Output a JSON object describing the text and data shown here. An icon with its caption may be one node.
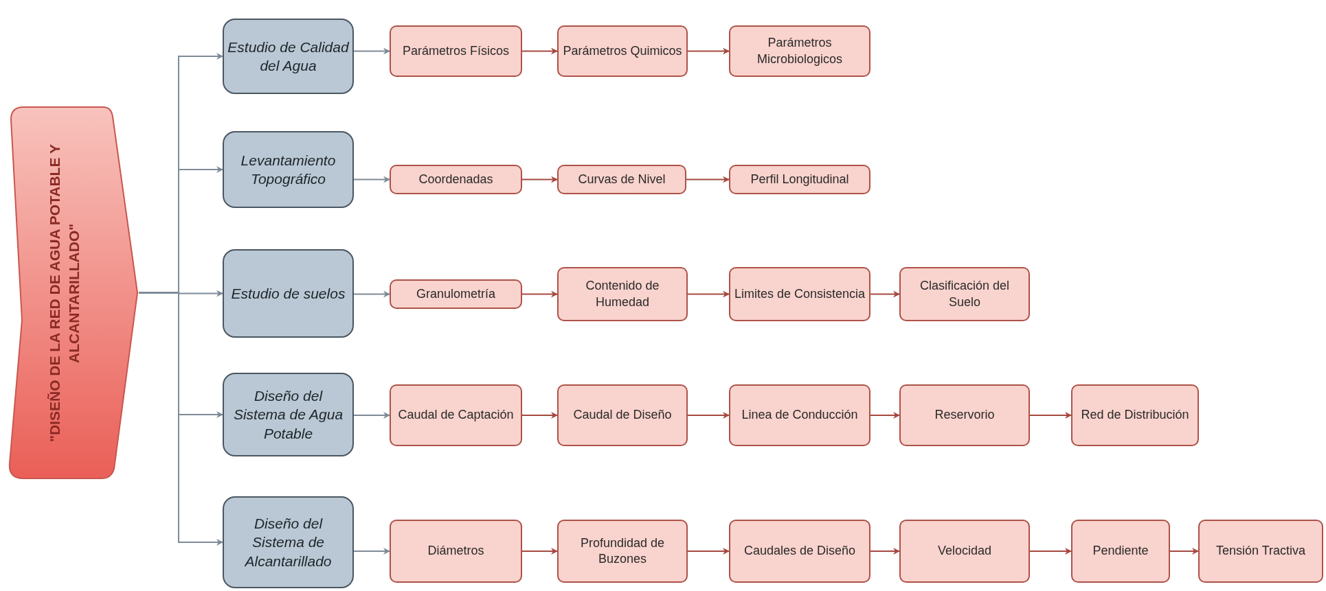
{
  "diagram": {
    "nodes": [
      {
        "text": [
          "\"DISEÑO DE LA RED DE AGUA POTABLE Y ALCANTARILLADO\""
        ]
      },
      {
        "text": [
          "Estudio de Calidad del Agua"
        ]
      },
      {
        "text": [
          "Levantamiento Topográfico"
        ]
      },
      {
        "text": [
          "Estudio de suelos"
        ]
      },
      {
        "text": [
          "Diseño del Sistema de Agua Potable"
        ]
      },
      {
        "text": [
          "Diseño del Sistema de Alcantarillado"
        ]
      },
      {
        "text": [
          "Parámetros Físicos"
        ]
      },
      {
        "text": [
          "Parámetros Quimicos"
        ]
      },
      {
        "text": [
          "Parámetros Microbiologicos"
        ]
      },
      {
        "text": [
          "Coordenadas"
        ]
      },
      {
        "text": [
          "Curvas de Nivel"
        ]
      },
      {
        "text": [
          "Perfil Longitudinal"
        ]
      },
      {
        "text": [
          "Granulometría"
        ]
      },
      {
        "text": [
          "Contenido de Humedad"
        ]
      },
      {
        "text": [
          "Limites de Consistencia"
        ]
      },
      {
        "text": [
          "Clasificación del Suelo"
        ]
      },
      {
        "text": [
          "Caudal de Captación"
        ]
      },
      {
        "text": [
          "Caudal de Diseño"
        ]
      },
      {
        "text": [
          "Linea de Conducción"
        ]
      },
      {
        "text": [
          "Reservorio"
        ]
      },
      {
        "text": [
          "Red de Distribución"
        ]
      },
      {
        "text": [
          "Diámetros"
        ]
      },
      {
        "text": [
          "Profundidad de Buzones"
        ]
      },
      {
        "text": [
          "Caudales de Diseño"
        ]
      },
      {
        "text": [
          "Velocidad"
        ]
      },
      {
        "text": [
          "Pendiente"
        ]
      },
      {
        "text": [
          "Tensión Tractiva"
        ]
      }
    ],
    "edges": [
      {
        "from": 0,
        "to": 1,
        "arrow": "to",
        "color": "#7d8a97"
      },
      {
        "from": 0,
        "to": 2,
        "arrow": "to",
        "color": "#7d8a97"
      },
      {
        "from": 0,
        "to": 3,
        "arrow": "to",
        "color": "#7d8a97"
      },
      {
        "from": 0,
        "to": 4,
        "arrow": "to",
        "color": "#7d8a97"
      },
      {
        "from": 0,
        "to": 5,
        "arrow": "to",
        "color": "#7d8a97"
      },
      {
        "from": 1,
        "to": 6,
        "arrow": "to",
        "color": "#7d8a97"
      },
      {
        "from": 6,
        "to": 7,
        "arrow": "to"
      },
      {
        "from": 7,
        "to": 8,
        "arrow": "to"
      },
      {
        "from": 2,
        "to": 9,
        "arrow": "to",
        "color": "#7d8a97"
      },
      {
        "from": 9,
        "to": 10,
        "arrow": "to"
      },
      {
        "from": 10,
        "to": 11,
        "arrow": "to"
      },
      {
        "from": 3,
        "to": 12,
        "arrow": "to",
        "color": "#7d8a97"
      },
      {
        "from": 12,
        "to": 13,
        "arrow": "to"
      },
      {
        "from": 13,
        "to": 14,
        "arrow": "to"
      },
      {
        "from": 14,
        "to": 15,
        "arrow": "to"
      },
      {
        "from": 4,
        "to": 16,
        "arrow": "to",
        "color": "#7d8a97"
      },
      {
        "from": 16,
        "to": 17,
        "arrow": "to"
      },
      {
        "from": 17,
        "to": 18,
        "arrow": "to"
      },
      {
        "from": 18,
        "to": 19,
        "arrow": "to"
      },
      {
        "from": 19,
        "to": 20,
        "arrow": "to"
      },
      {
        "from": 5,
        "to": 21,
        "arrow": "to",
        "color": "#7d8a97"
      },
      {
        "from": 21,
        "to": 22,
        "arrow": "to"
      },
      {
        "from": 22,
        "to": 23,
        "arrow": "to"
      },
      {
        "from": 23,
        "to": 24,
        "arrow": "to"
      },
      {
        "from": 24,
        "to": 25,
        "arrow": "to"
      },
      {
        "from": 25,
        "to": 26,
        "arrow": "to"
      }
    ]
  }
}
